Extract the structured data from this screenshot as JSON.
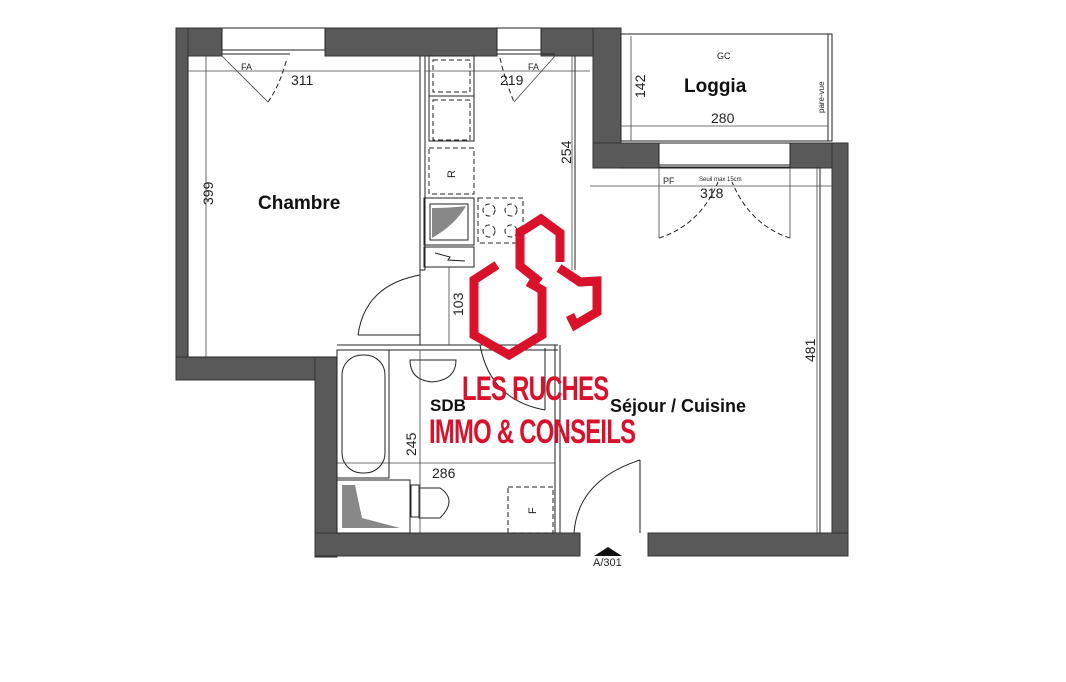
{
  "plan": {
    "rooms": {
      "chambre": "Chambre",
      "loggia": "Loggia",
      "sdb": "SDB",
      "sejour": "Séjour / Cuisine"
    },
    "dimensions": {
      "chambre_width": "311",
      "chambre_height": "399",
      "kitchen_width": "219",
      "kitchen_height": "254",
      "loggia_height": "142",
      "loggia_width": "280",
      "sejour_width": "318",
      "sejour_height": "481",
      "corridor": "103",
      "sdb_height": "245",
      "sdb_width": "286"
    },
    "annotations": {
      "fa_left": "FA",
      "fa_right": "FA",
      "gc": "GC",
      "pare_vue": "pare-vue",
      "pf": "PF",
      "seuil": "Seuil max 15cm",
      "fridge": "R",
      "cupboard": "F",
      "section_marker": "A/301"
    }
  },
  "watermark": {
    "line1": "LES RUCHES",
    "line2": "IMMO & CONSEILS",
    "color": "#d9112a"
  }
}
